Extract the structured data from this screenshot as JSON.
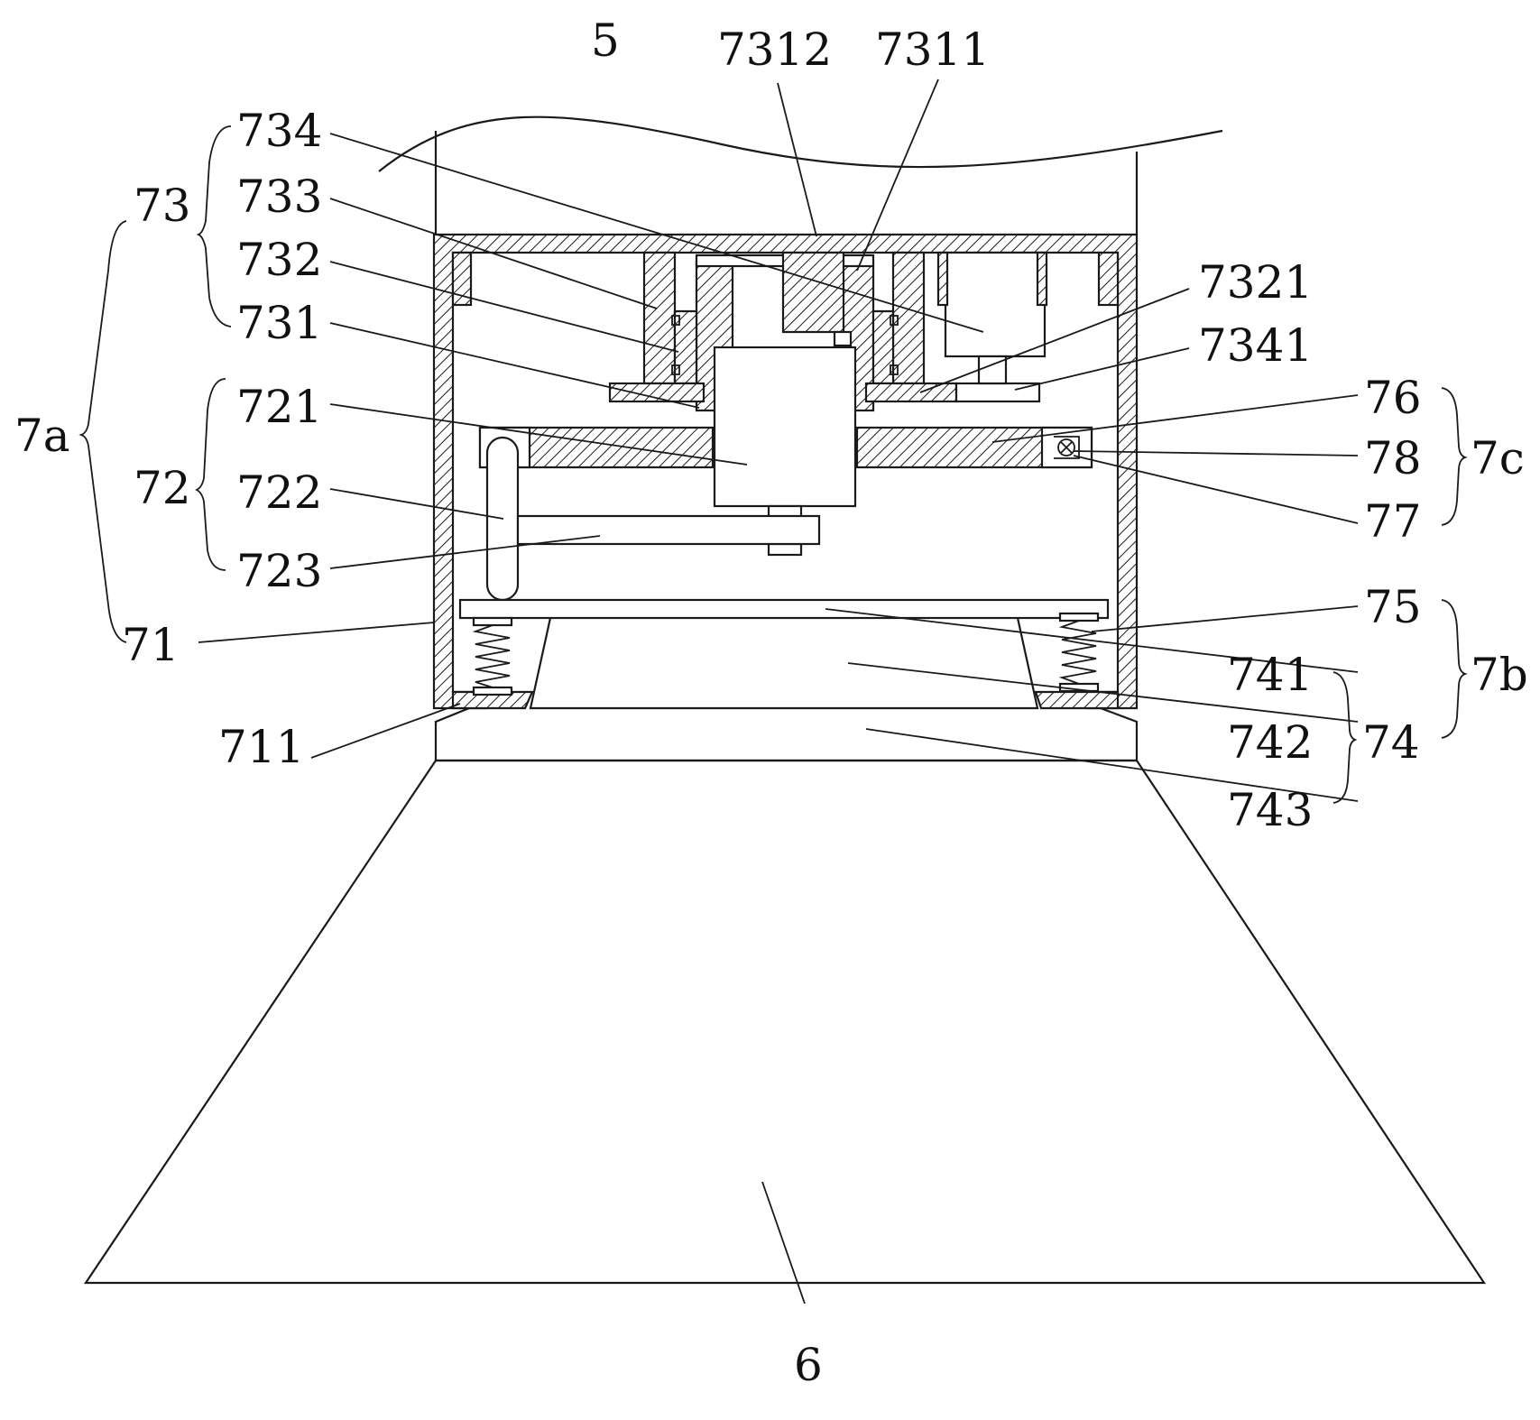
{
  "labels": {
    "n5": "5",
    "n6": "6",
    "n7312": "7312",
    "n7311": "7311",
    "n734": "734",
    "n733": "733",
    "n732": "732",
    "n731": "731",
    "n73": "73",
    "n7a": "7a",
    "n721": "721",
    "n722": "722",
    "n723": "723",
    "n72": "72",
    "n71": "71",
    "n711": "711",
    "n7321": "7321",
    "n7341": "7341",
    "n76": "76",
    "n78": "78",
    "n77": "77",
    "n7c": "7c",
    "n75": "75",
    "n741": "741",
    "n742": "742",
    "n743": "743",
    "n74": "74",
    "n7b": "7b"
  }
}
